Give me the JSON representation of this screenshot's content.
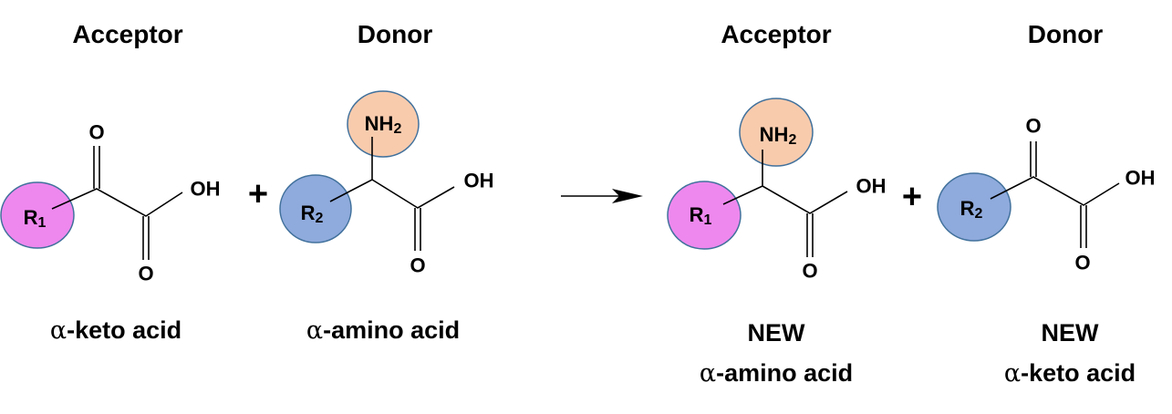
{
  "headings": {
    "reactant_acceptor": "Acceptor",
    "reactant_donor": "Donor",
    "product_acceptor": "Acceptor",
    "product_donor": "Donor"
  },
  "labels": {
    "alpha": "α",
    "keto": "-keto acid",
    "amino": "-amino acid",
    "new": "NEW"
  },
  "atoms": {
    "O": "O",
    "OH": "OH",
    "NH": "NH",
    "two": "2",
    "R": "R",
    "one": "1"
  },
  "plus": "+",
  "colors": {
    "r1": "#EE88EE",
    "r2": "#8FAADC",
    "nh2": "#F8CBAD",
    "outline": "#41719C"
  }
}
